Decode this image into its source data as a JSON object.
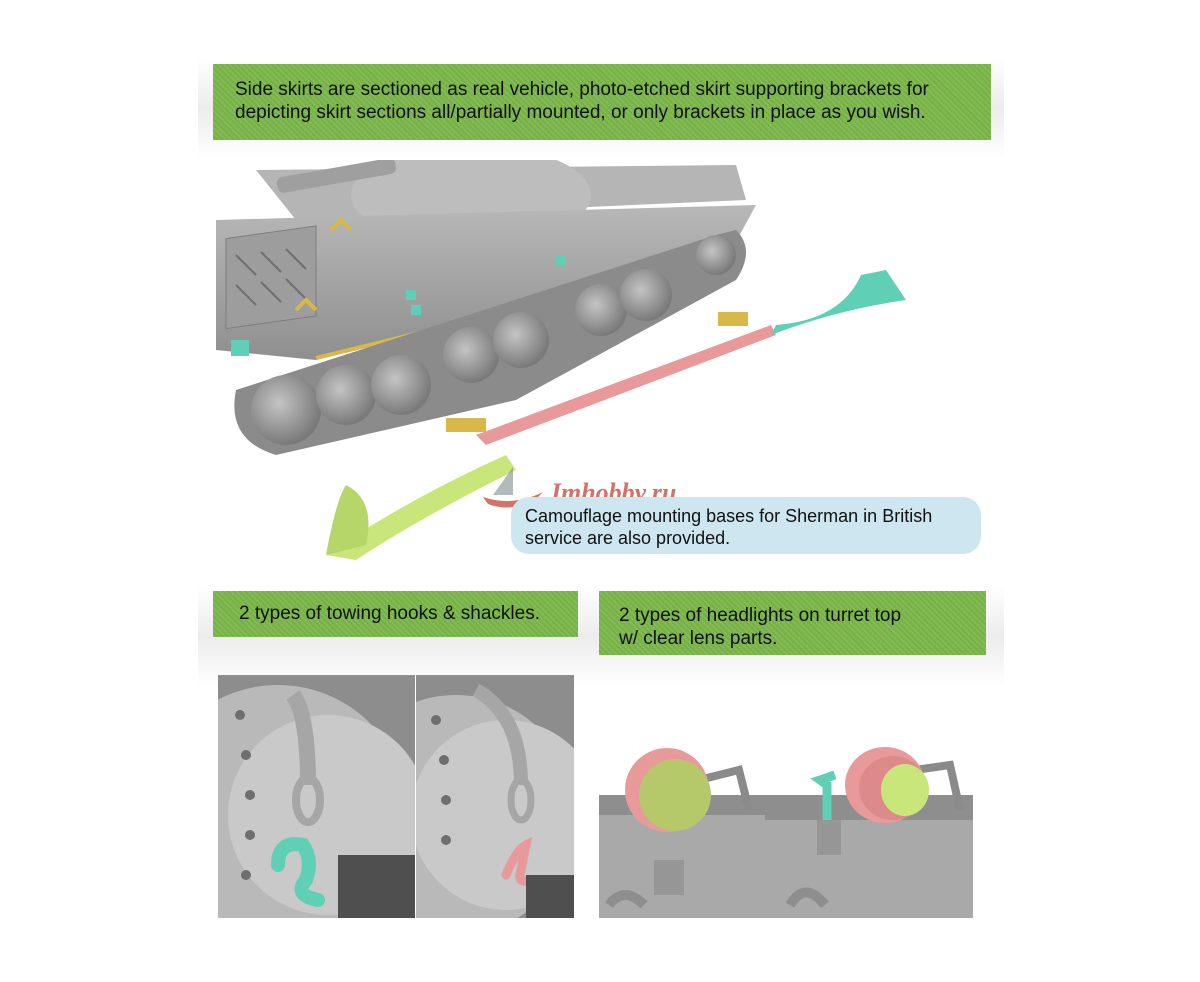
{
  "banners": {
    "skirts": {
      "line1": "Side skirts are sectioned as real vehicle, photo-etched skirt supporting brackets for",
      "line2": "depicting skirt sections all/partially mounted, or only brackets in place as you wish."
    },
    "hooks": "2 types of towing hooks & shackles.",
    "headlights": {
      "line1": "2 types of headlights on turret top",
      "line2": "w/ clear lens parts."
    }
  },
  "callout": {
    "line1": "Camouflage mounting bases for Sherman in British",
    "line2": "service are also provided."
  },
  "watermark": "Jmhobby.ru",
  "colors": {
    "banner_green": "#7ab648",
    "callout_blue": "#cde6ef",
    "model_gray": "#a9a9a9",
    "part_pink": "#e89a9a",
    "part_teal": "#5fd0b5",
    "part_lime": "#c8e67a",
    "etch_gold": "#d9b84a"
  }
}
